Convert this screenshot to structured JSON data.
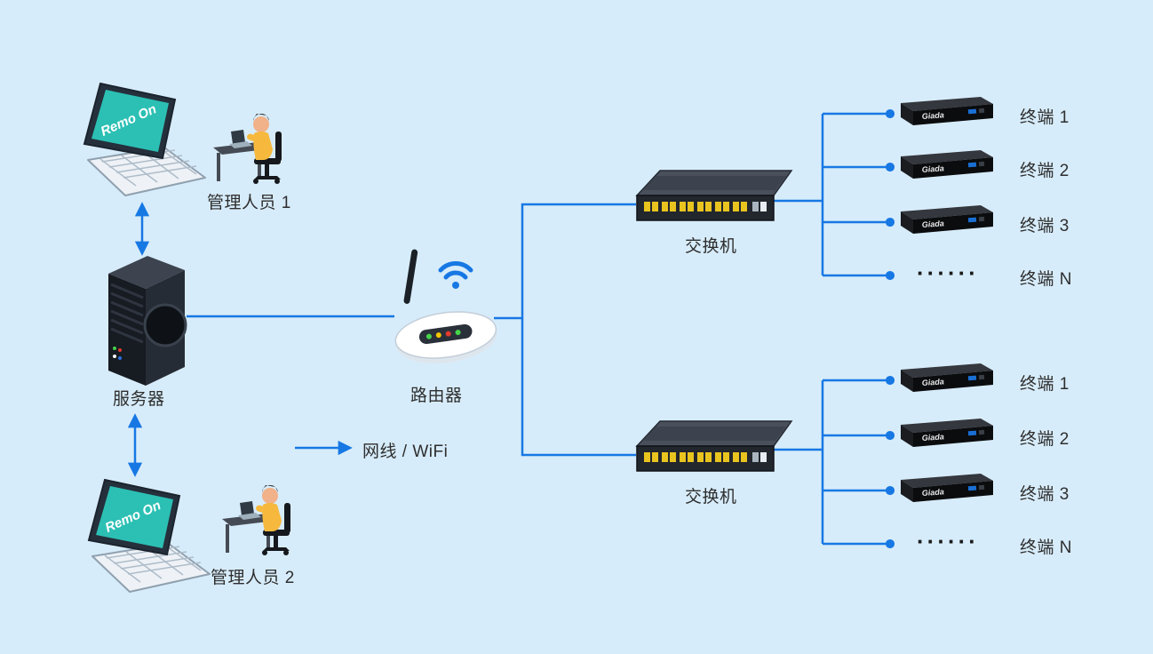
{
  "diagram": {
    "background_color": "#d7ecfa",
    "connector_color": "#1778e4",
    "laptop_screen_color": "#2cc0b4"
  },
  "devices": {
    "laptop_screen_text": "Remo On",
    "terminal_brand": "Giada"
  },
  "labels": {
    "admin1": "管理人员 1",
    "admin2": "管理人员 2",
    "server": "服务器",
    "router": "路由器",
    "switch1": "交换机",
    "switch2": "交换机",
    "legend": "网线 / WiFi"
  },
  "terminal_groups": [
    {
      "rows": [
        "终端 1",
        "终端 2",
        "终端 3"
      ],
      "ellipsis": "······",
      "last": "终端 N"
    },
    {
      "rows": [
        "终端 1",
        "终端 2",
        "终端 3"
      ],
      "ellipsis": "······",
      "last": "终端 N"
    }
  ]
}
